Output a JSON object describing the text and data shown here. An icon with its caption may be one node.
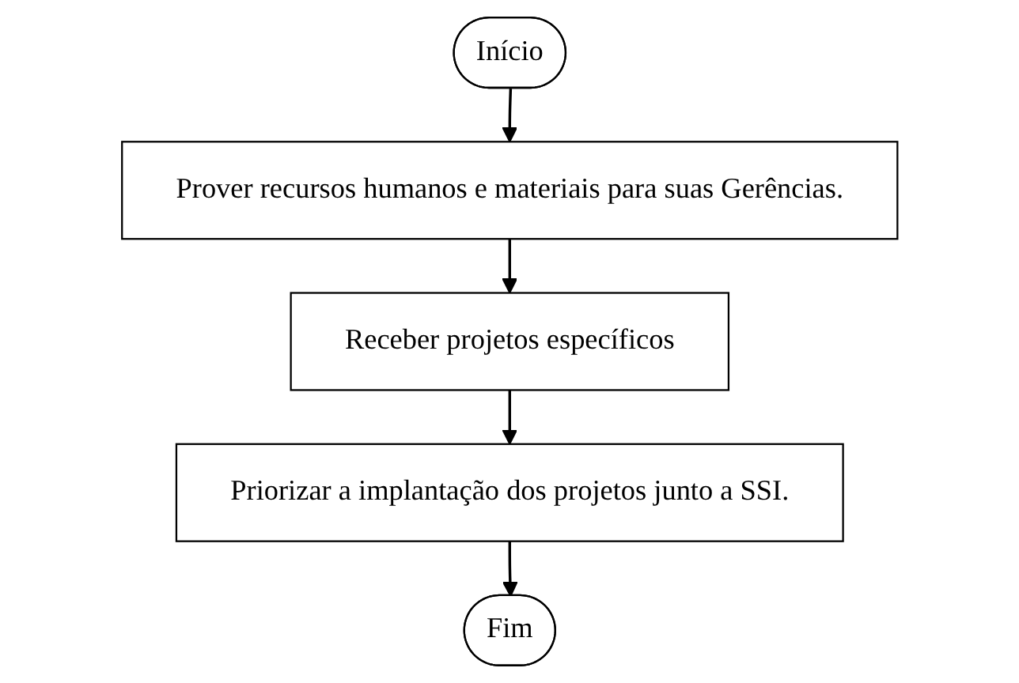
{
  "diagram": {
    "nodes": [
      {
        "text": [
          "Início"
        ]
      },
      {
        "text": [
          "Prover recursos humanos e materiais para suas Gerências."
        ]
      },
      {
        "text": [
          "Receber projetos específicos"
        ]
      },
      {
        "text": [
          "Priorizar a implantação dos projetos junto a SSI."
        ]
      },
      {
        "text": [
          "Fim"
        ]
      }
    ],
    "edges": [
      {
        "from": 0,
        "to": 1,
        "arrow": "to"
      },
      {
        "from": 1,
        "to": 2,
        "arrow": "to"
      },
      {
        "from": 2,
        "to": 3,
        "arrow": "to"
      },
      {
        "from": 3,
        "to": 4,
        "arrow": "to"
      }
    ]
  }
}
